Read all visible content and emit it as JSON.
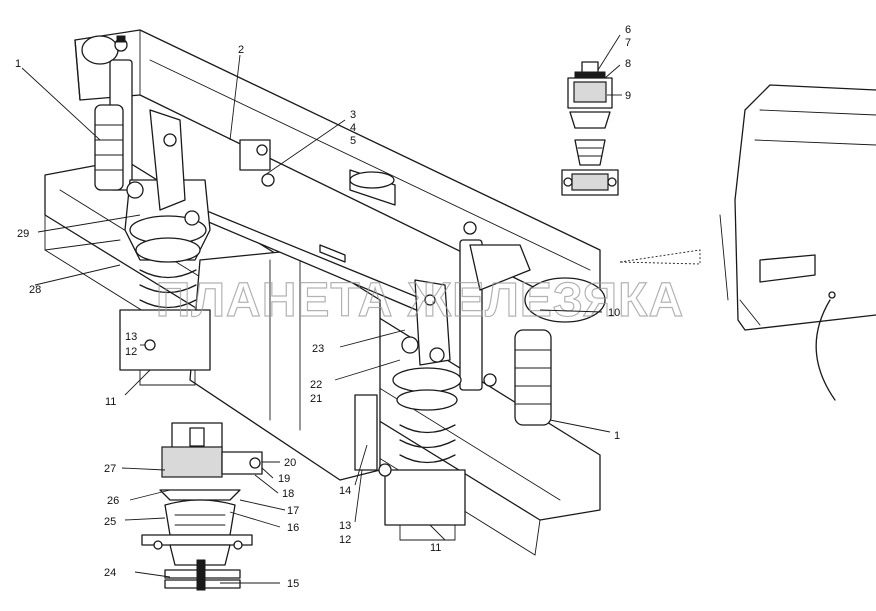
{
  "watermark": "ПЛАНЕТА ЖЕЛЕЗЯКА",
  "callouts": {
    "c1a": "1",
    "c1b": "1",
    "c2": "2",
    "c3": "3",
    "c4": "4",
    "c5": "5",
    "c6": "6",
    "c7": "7",
    "c8": "8",
    "c9": "9",
    "c10": "10",
    "c11a": "11",
    "c11b": "11",
    "c12a": "12",
    "c12b": "12",
    "c13a": "13",
    "c13b": "13",
    "c14": "14",
    "c15": "15",
    "c16": "16",
    "c17": "17",
    "c18": "18",
    "c19": "19",
    "c20": "20",
    "c21": "21",
    "c22": "22",
    "c23": "23",
    "c24": "24",
    "c25": "25",
    "c26": "26",
    "c27": "27",
    "c28": "28",
    "c29": "29"
  },
  "colors": {
    "ink": "#1a1a1a",
    "paper": "#ffffff",
    "watermark": "#9a9a9a"
  }
}
